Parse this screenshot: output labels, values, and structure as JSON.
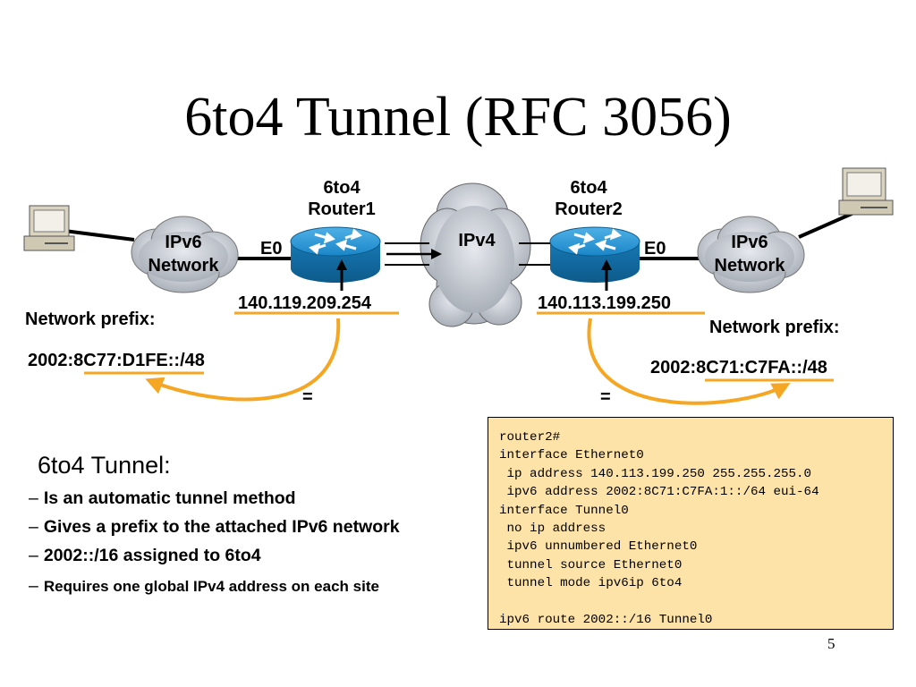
{
  "slide": {
    "title": "6to4 Tunnel (RFC 3056)",
    "page_number": "5"
  },
  "diagram": {
    "router1": {
      "line1": "6to4",
      "line2": "Router1",
      "interface": "E0",
      "ipv4_address": "140.119.209.254"
    },
    "router2": {
      "line1": "6to4",
      "line2": "Router2",
      "interface": "E0",
      "ipv4_address": "140.113.199.250"
    },
    "clouds": {
      "left": {
        "line1": "IPv6",
        "line2": "Network"
      },
      "center": "IPv4",
      "right": {
        "line1": "IPv6",
        "line2": "Network"
      }
    },
    "left_site": {
      "prefix_label": "Network prefix:",
      "prefix_value": "2002:8C77:D1FE::/48",
      "equals": "="
    },
    "right_site": {
      "prefix_label": "Network prefix:",
      "prefix_value": "2002:8C71:C7FA::/48",
      "equals": "="
    },
    "colors": {
      "router": "#1a86c8",
      "arrow": "#f5a623",
      "cloud": "#c3c8d0",
      "code_bg": "#fde3a7"
    }
  },
  "notes": {
    "heading": "6to4 Tunnel:",
    "bullets": [
      "Is an automatic tunnel method",
      "Gives a prefix to the attached IPv6 network",
      "2002::/16 assigned to 6to4",
      "Requires one global IPv4 address on each site"
    ]
  },
  "config": {
    "lines": [
      "router2#",
      "interface Ethernet0",
      " ip address 140.113.199.250 255.255.255.0",
      " ipv6 address 2002:8C71:C7FA:1::/64 eui-64",
      "interface Tunnel0",
      " no ip address",
      " ipv6 unnumbered Ethernet0",
      " tunnel source Ethernet0",
      " tunnel mode ipv6ip 6to4",
      "",
      "ipv6 route 2002::/16 Tunnel0"
    ]
  }
}
